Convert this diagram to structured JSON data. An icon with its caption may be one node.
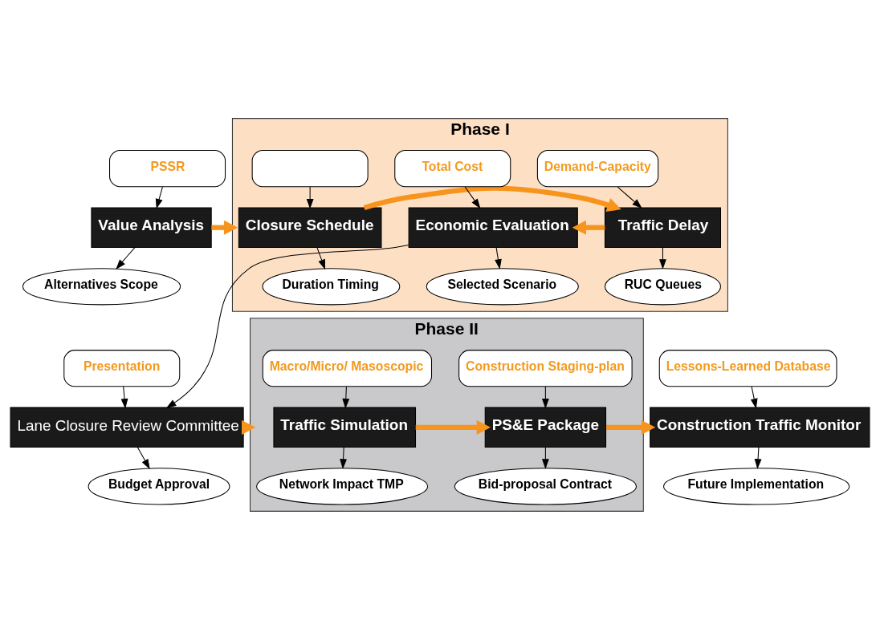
{
  "diagram": {
    "nodes": [
      {
        "text": [
          "PSSR"
        ]
      },
      {
        "text": [
          "Value Analysis"
        ]
      },
      {
        "text": [
          "Alternatives Scope"
        ]
      },
      {
        "text": [
          "Phase I"
        ]
      },
      {
        "text": [],
        "shape": "box",
        "in": 3
      },
      {
        "text": [
          "Closure Schedule"
        ],
        "in": 3
      },
      {
        "text": [
          "Duration Timing"
        ],
        "in": 3
      },
      {
        "text": [
          "Demand-Capacity"
        ],
        "in": 3
      },
      {
        "text": [
          "Traffic Delay"
        ],
        "in": 3
      },
      {
        "text": [
          "RUC Queues"
        ],
        "in": 3
      },
      {
        "text": [
          "Total Cost"
        ],
        "in": 3
      },
      {
        "text": [
          "Economic Evaluation"
        ],
        "in": 3
      },
      {
        "text": [
          "Selected Scenario"
        ],
        "in": 3
      },
      {
        "text": [
          "Presentation"
        ]
      },
      {
        "text": [
          "Lane Closure Review Committee"
        ]
      },
      {
        "text": [
          "Budget Approval"
        ]
      },
      {
        "text": [
          "Phase II"
        ]
      },
      {
        "text": [
          "Macro/Micro/ Masoscopic"
        ],
        "in": 16
      },
      {
        "text": [
          "Traffic Simulation"
        ],
        "in": 16
      },
      {
        "text": [
          "Network Impact TMP"
        ],
        "in": 16
      },
      {
        "text": [
          "Construction Staging-plan"
        ],
        "in": 16
      },
      {
        "text": [
          "PS&E Package"
        ],
        "in": 16
      },
      {
        "text": [
          "Bid-proposal Contract"
        ],
        "in": 16
      },
      {
        "text": [
          "Lessons-Learned Database"
        ]
      },
      {
        "text": [
          "Construction Traffic Monitor"
        ]
      },
      {
        "text": [
          "Future Implementation"
        ]
      }
    ],
    "edges": [
      {
        "from": 0,
        "to": 1,
        "arrow": "to"
      },
      {
        "from": 1,
        "to": 2,
        "arrow": "to"
      },
      {
        "from": 4,
        "to": 5,
        "arrow": "to"
      },
      {
        "from": 5,
        "to": 6,
        "arrow": "to"
      },
      {
        "from": 7,
        "to": 8,
        "arrow": "to"
      },
      {
        "from": 8,
        "to": 9,
        "arrow": "to"
      },
      {
        "from": 10,
        "to": 11,
        "arrow": "to"
      },
      {
        "from": 11,
        "to": 12,
        "arrow": "to"
      },
      {
        "from": 1,
        "to": 3,
        "arrow": "to",
        "style": "thick",
        "color": "#f7941d"
      },
      {
        "from": 5,
        "to": 8,
        "arrow": "to",
        "style": "thick",
        "color": "#f7941d"
      },
      {
        "from": 8,
        "to": 11,
        "arrow": "to",
        "style": "thick",
        "color": "#f7941d"
      },
      {
        "from": 11,
        "to": 14,
        "arrow": "to"
      },
      {
        "from": 13,
        "to": 14,
        "arrow": "to"
      },
      {
        "from": 14,
        "to": 15,
        "arrow": "to"
      },
      {
        "from": 17,
        "to": 18,
        "arrow": "to"
      },
      {
        "from": 18,
        "to": 19,
        "arrow": "to"
      },
      {
        "from": 20,
        "to": 21,
        "arrow": "to"
      },
      {
        "from": 21,
        "to": 22,
        "arrow": "to"
      },
      {
        "from": 23,
        "to": 24,
        "arrow": "to"
      },
      {
        "from": 24,
        "to": 25,
        "arrow": "to"
      },
      {
        "from": 14,
        "to": 16,
        "arrow": "to",
        "style": "thick",
        "color": "#f7941d"
      },
      {
        "from": 18,
        "to": 21,
        "arrow": "to",
        "style": "thick",
        "color": "#f7941d"
      },
      {
        "from": 21,
        "to": 24,
        "arrow": "to",
        "style": "thick",
        "color": "#f7941d"
      }
    ]
  }
}
